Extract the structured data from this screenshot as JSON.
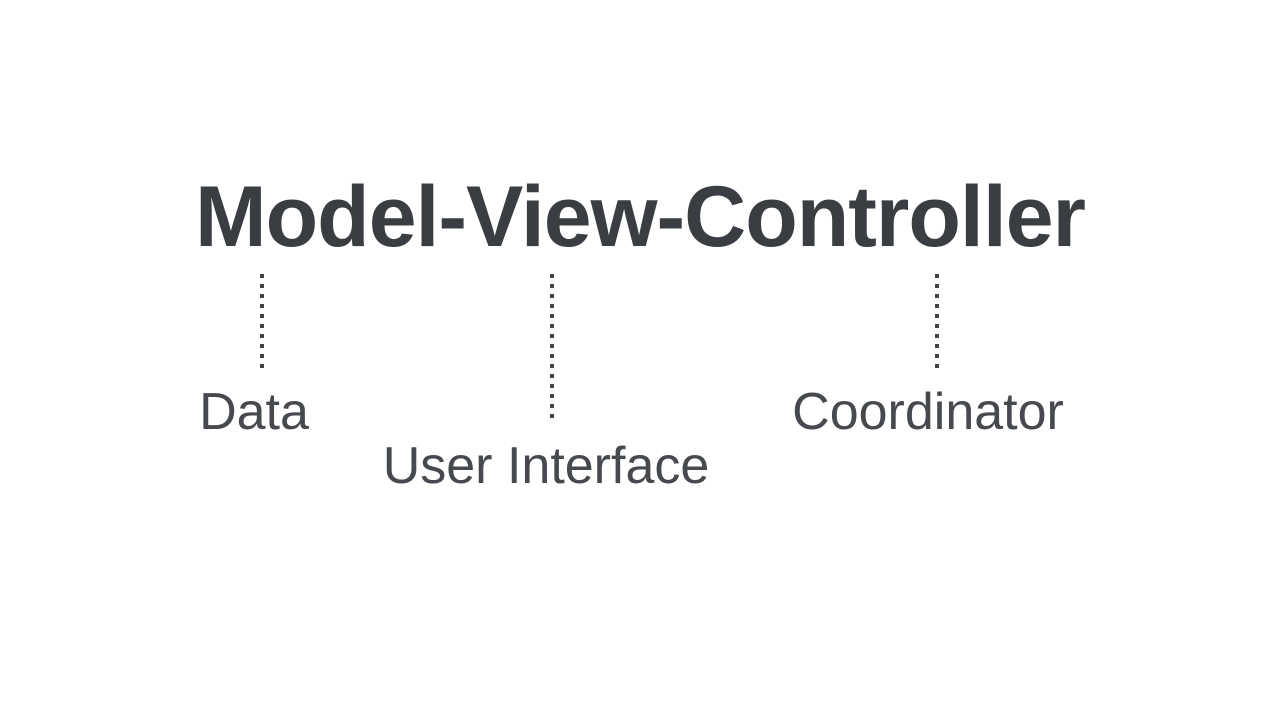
{
  "colors": {
    "background": "#ffffff",
    "title_ink": "#3a3e43",
    "label_ink": "#46494e",
    "connector_ink": "#3e4247"
  },
  "diagram": {
    "title": "Model-View-Controller",
    "labels": [
      {
        "text": "Data",
        "under": "Model"
      },
      {
        "text": "User Interface",
        "under": "View"
      },
      {
        "text": "Coordinator",
        "under": "Controller"
      }
    ]
  }
}
